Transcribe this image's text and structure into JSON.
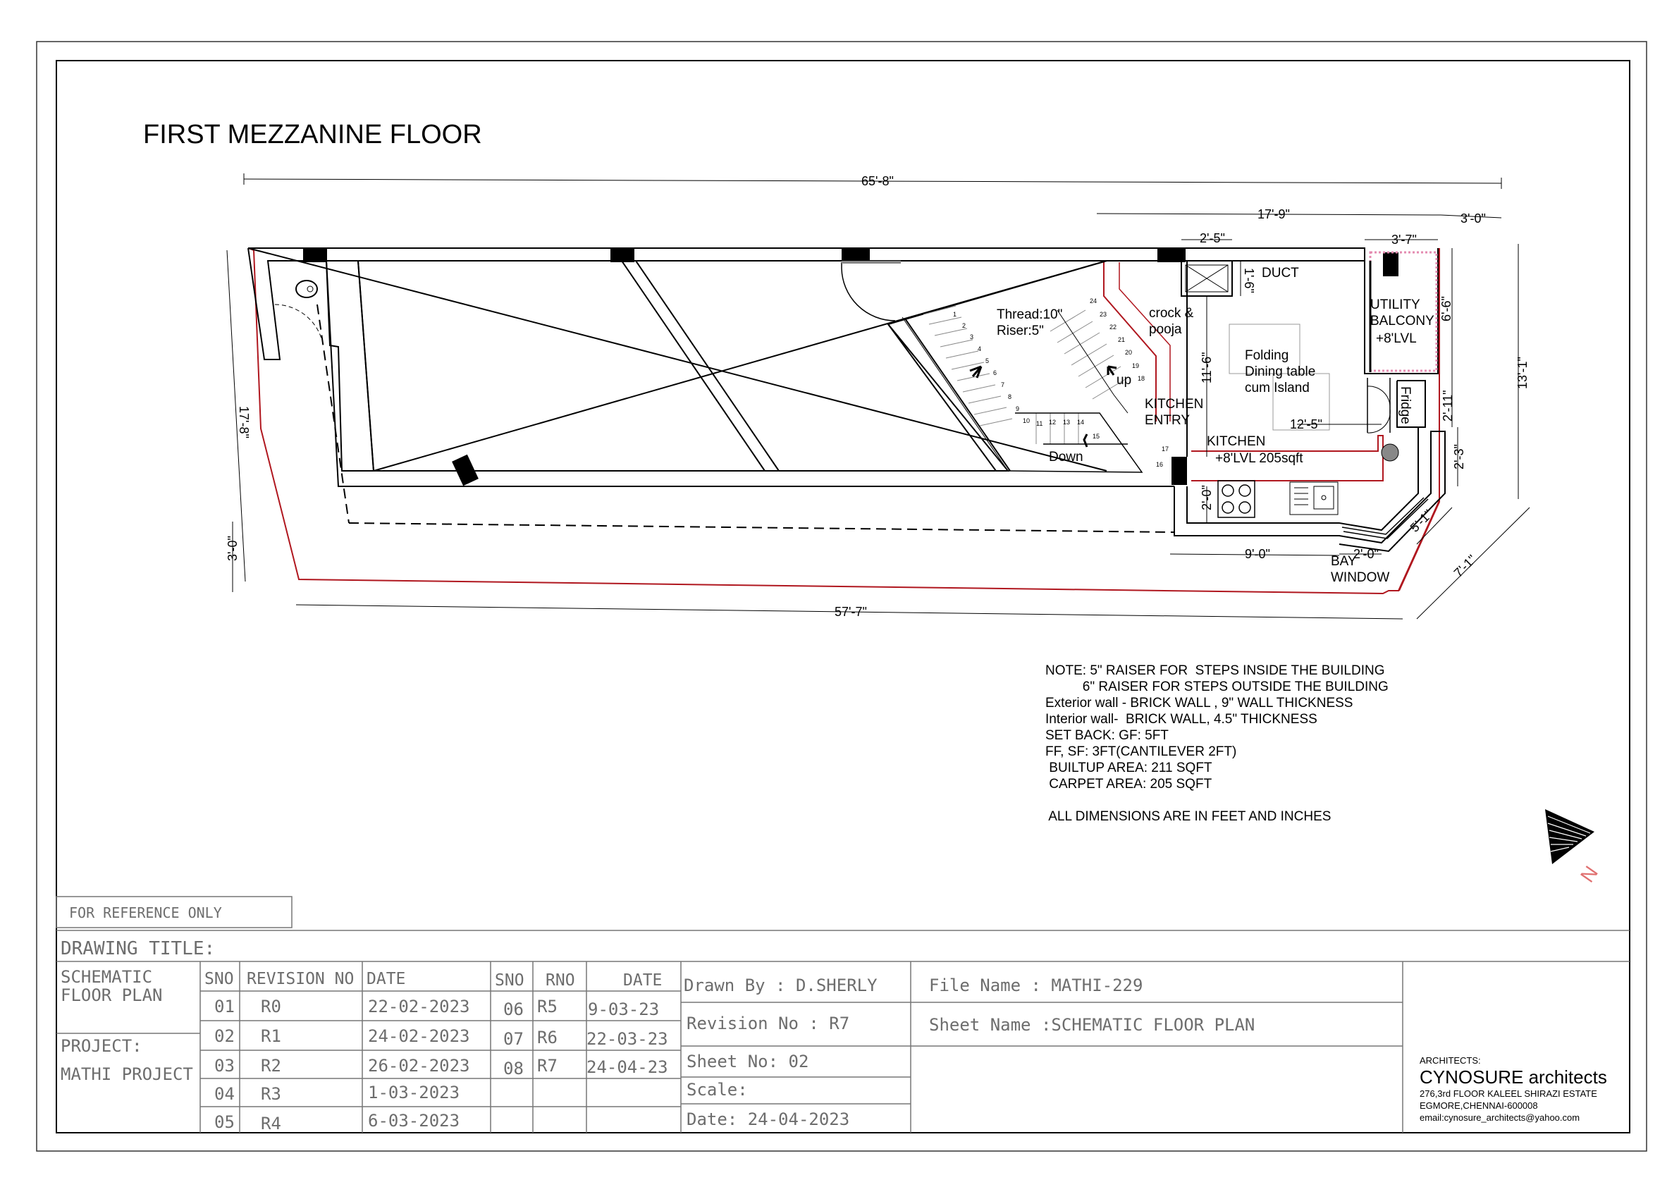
{
  "title": "FIRST MEZZANINE FLOOR",
  "dimensions": {
    "overall_top": "65'-8\"",
    "right_block": "17'-9\"",
    "right_offset": "3'-0\"",
    "duct_width": "2'-5\"",
    "utility_width": "3'-7\"",
    "duct_depth": "1'-6\"",
    "utility_depth": "6'-6\"",
    "right_height": "13'-1\"",
    "left_height": "17'-8\"",
    "left_setback": "3'-0\"",
    "kitchen_depth": "11'-6\"",
    "kitchen_width": "12'-5\"",
    "fridge_gap": "2'-11\"",
    "small_right": "2'-3\"",
    "counter_depth": "2'-0\"",
    "bay_depth": "5'-1\"",
    "bay_width": "2'-0\"",
    "kitchen_bottom": "9'-0\"",
    "diag_right": "7'-1\"",
    "overall_bottom": "57'-7\""
  },
  "labels": {
    "duct": "DUCT",
    "utility1": "UTILITY",
    "utility2": "BALCONY",
    "utility3": "+8'LVL",
    "crock1": "crock &",
    "crock2": "pooja",
    "thread": "Thread:10\"",
    "riser": "Riser:5\"",
    "folding1": "Folding",
    "folding2": "Dining table",
    "folding3": "cum Island",
    "up": "up",
    "down": "Down",
    "kentry1": "KITCHEN",
    "kentry2": "ENTRY",
    "kitchen1": "KITCHEN",
    "kitchen2": "+8'LVL 205sqft",
    "fridge": "Fridge",
    "bay1": "BAY",
    "bay2": "WINDOW"
  },
  "stairs": {
    "flight1": [
      "1",
      "2",
      "3",
      "4",
      "5",
      "6",
      "7",
      "8",
      "9",
      "10",
      "11"
    ],
    "flight2": [
      "12",
      "13",
      "14",
      "15",
      "16",
      "17",
      "18",
      "19",
      "20",
      "21",
      "22",
      "23",
      "24"
    ]
  },
  "notes": [
    "NOTE: 5\" RAISER FOR  STEPS INSIDE THE BUILDING",
    "          6\" RAISER FOR STEPS OUTSIDE THE BUILDING",
    "Exterior wall - BRICK WALL , 9\" WALL THICKNESS",
    "Interior wall-  BRICK WALL, 4.5\" THICKNESS",
    "SET BACK: GF: 5FT",
    "FF, SF: 3FT(CANTILEVER 2FT)",
    " BUILTUP AREA: 211 SQFT",
    " CARPET AREA: 205 SQFT",
    "",
    " ALL DIMENSIONS ARE IN FEET AND INCHES"
  ],
  "north": "N",
  "title_block": {
    "reference": "FOR REFERENCE ONLY",
    "drawing_title_label": "DRAWING TITLE:",
    "drawing_title_1": "SCHEMATIC",
    "drawing_title_2": "FLOOR PLAN",
    "project_label": "PROJECT:",
    "project_name": "MATHI PROJECT",
    "headers": {
      "sno": "SNO",
      "revision_no": "REVISION NO",
      "date": "DATE",
      "sno2": "SNO",
      "rno": "RNO",
      "date2": "DATE"
    },
    "revisions_left": [
      {
        "sno": "01",
        "rev": "R0",
        "date": "22-02-2023"
      },
      {
        "sno": "02",
        "rev": "R1",
        "date": "24-02-2023"
      },
      {
        "sno": "03",
        "rev": "R2",
        "date": "26-02-2023"
      },
      {
        "sno": "04",
        "rev": "R3",
        "date": "1-03-2023"
      },
      {
        "sno": "05",
        "rev": "R4",
        "date": "6-03-2023"
      }
    ],
    "revisions_right": [
      {
        "sno": "06",
        "rev": "R5",
        "date": "9-03-23"
      },
      {
        "sno": "07",
        "rev": "R6",
        "date": "22-03-23"
      },
      {
        "sno": "08",
        "rev": "R7",
        "date": "24-04-23"
      }
    ],
    "drawn_by": "Drawn By : D.SHERLY",
    "revision_no": "Revision No : R7",
    "sheet_no": "Sheet No: 02",
    "scale": "Scale:",
    "date": "Date: 24-04-2023",
    "file_name": "File Name    : MATHI-229",
    "sheet_name": "Sheet Name :SCHEMATIC FLOOR PLAN"
  },
  "architects": {
    "label": "ARCHITECTS:",
    "name": "CYNOSURE architects",
    "address1": "276,3rd FLOOR KALEEL SHIRAZI ESTATE",
    "address2": "EGMORE,CHENNAI-600008",
    "email": "email:cynosure_architects@yahoo.com"
  }
}
